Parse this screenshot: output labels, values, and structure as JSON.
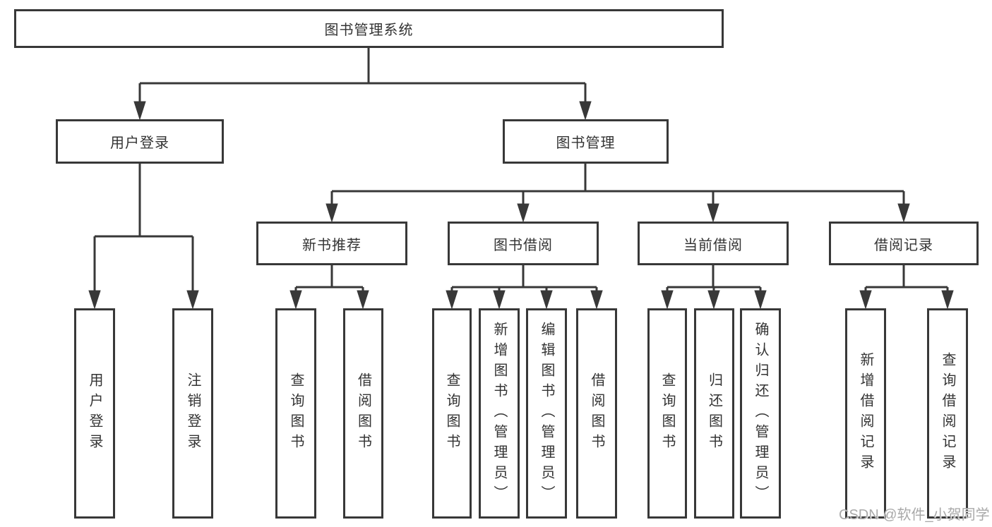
{
  "palette": {
    "line_color": "#383838",
    "text_color": "#333333",
    "background_color": "#ffffff",
    "watermark_color": "#a9a9a9"
  },
  "tree": {
    "label": "图书管理系统",
    "children": [
      {
        "label": "用户登录",
        "children": [
          {
            "label": "用户登录"
          },
          {
            "label": "注销登录"
          }
        ]
      },
      {
        "label": "图书管理",
        "children": [
          {
            "label": "新书推荐",
            "children": [
              {
                "label": "查询图书"
              },
              {
                "label": "借阅图书"
              }
            ]
          },
          {
            "label": "图书借阅",
            "children": [
              {
                "label": "查询图书"
              },
              {
                "label": "新增图书（管理员）"
              },
              {
                "label": "编辑图书（管理员）"
              },
              {
                "label": "借阅图书"
              }
            ]
          },
          {
            "label": "当前借阅",
            "children": [
              {
                "label": "查询图书"
              },
              {
                "label": "归还图书"
              },
              {
                "label": "确认归还（管理员）"
              }
            ]
          },
          {
            "label": "借阅记录",
            "children": [
              {
                "label": "新增借阅记录"
              },
              {
                "label": "查询借阅记录"
              }
            ]
          }
        ]
      }
    ]
  },
  "watermark": {
    "text": "CSDN @软件_小贺同学"
  }
}
